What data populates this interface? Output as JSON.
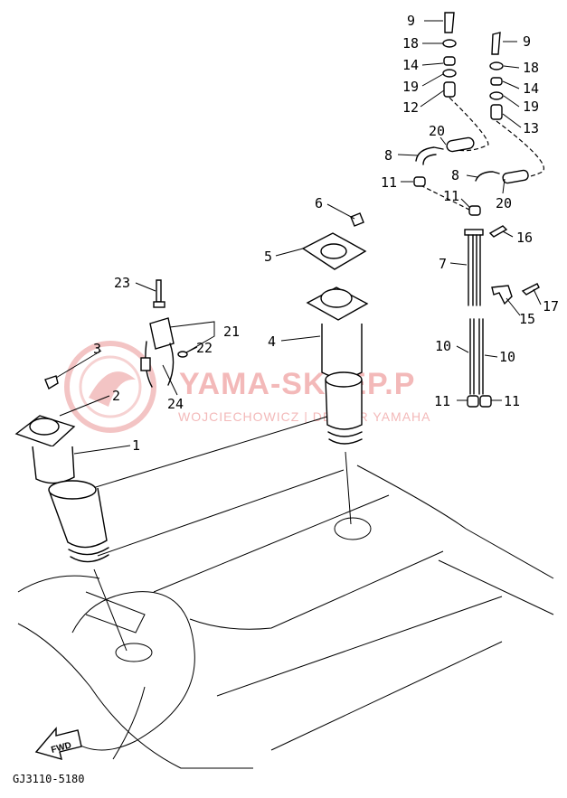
{
  "watermark": {
    "brand": "YAMA-SKLEP.P",
    "subtitle": "WOJCIECHOWICZ | DEALER YAMAHA"
  },
  "diagram_code": "GJ3110-5180",
  "fwd_label": "FWD",
  "parts": [
    {
      "id": "9a",
      "label": "9"
    },
    {
      "id": "18a",
      "label": "18"
    },
    {
      "id": "14a",
      "label": "14"
    },
    {
      "id": "19a",
      "label": "19"
    },
    {
      "id": "12",
      "label": "12"
    },
    {
      "id": "9b",
      "label": "9"
    },
    {
      "id": "18b",
      "label": "18"
    },
    {
      "id": "14b",
      "label": "14"
    },
    {
      "id": "19b",
      "label": "19"
    },
    {
      "id": "13",
      "label": "13"
    },
    {
      "id": "20a",
      "label": "20"
    },
    {
      "id": "8a",
      "label": "8"
    },
    {
      "id": "8b",
      "label": "8"
    },
    {
      "id": "11a",
      "label": "11"
    },
    {
      "id": "11b",
      "label": "11"
    },
    {
      "id": "20b",
      "label": "20"
    },
    {
      "id": "6",
      "label": "6"
    },
    {
      "id": "16",
      "label": "16"
    },
    {
      "id": "5",
      "label": "5"
    },
    {
      "id": "7",
      "label": "7"
    },
    {
      "id": "23",
      "label": "23"
    },
    {
      "id": "17",
      "label": "17"
    },
    {
      "id": "15",
      "label": "15"
    },
    {
      "id": "21",
      "label": "21"
    },
    {
      "id": "22",
      "label": "22"
    },
    {
      "id": "4",
      "label": "4"
    },
    {
      "id": "3",
      "label": "3"
    },
    {
      "id": "10a",
      "label": "10"
    },
    {
      "id": "10b",
      "label": "10"
    },
    {
      "id": "2",
      "label": "2"
    },
    {
      "id": "24",
      "label": "24"
    },
    {
      "id": "11c",
      "label": "11"
    },
    {
      "id": "11d",
      "label": "11"
    },
    {
      "id": "1",
      "label": "1"
    }
  ]
}
